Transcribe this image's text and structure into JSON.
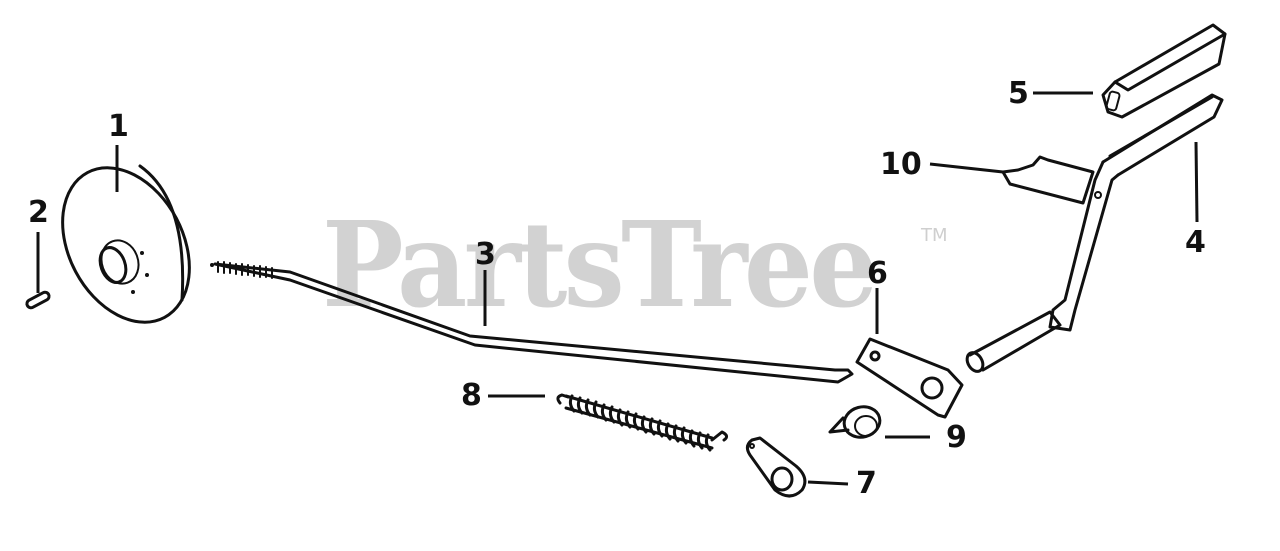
{
  "watermark": {
    "text": "PartsTree",
    "trademark": "TM",
    "color": "#d2d2d2"
  },
  "callouts": [
    {
      "id": "1",
      "label": "1",
      "part": "pulley"
    },
    {
      "id": "2",
      "label": "2",
      "part": "key"
    },
    {
      "id": "3",
      "label": "3",
      "part": "rod"
    },
    {
      "id": "4",
      "label": "4",
      "part": "lever"
    },
    {
      "id": "5",
      "label": "5",
      "part": "grip"
    },
    {
      "id": "6",
      "label": "6",
      "part": "bracket-plate"
    },
    {
      "id": "7",
      "label": "7",
      "part": "link-plate"
    },
    {
      "id": "8",
      "label": "8",
      "part": "spring"
    },
    {
      "id": "9",
      "label": "9",
      "part": "collar"
    },
    {
      "id": "10",
      "label": "10",
      "part": "bracket"
    }
  ],
  "colors": {
    "ink": "#111111",
    "background": "#ffffff"
  }
}
